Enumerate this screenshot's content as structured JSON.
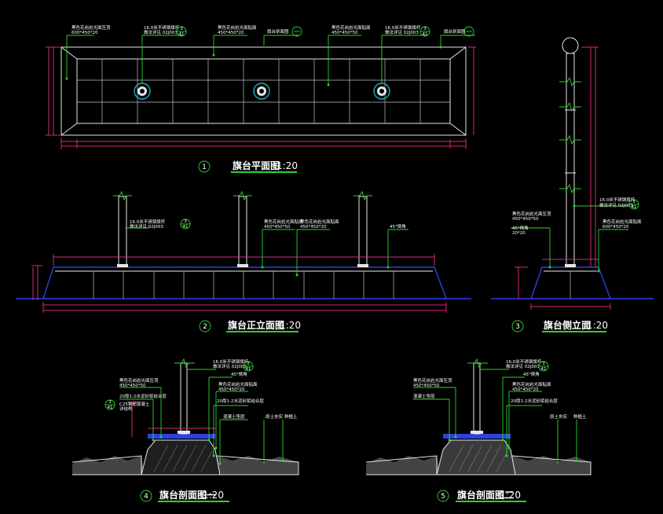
{
  "views": {
    "plan": {
      "number": "1",
      "title": "旗台平面图",
      "scale": "1:20"
    },
    "front": {
      "number": "2",
      "title": "旗台正立面图",
      "scale": "1:20"
    },
    "side": {
      "number": "3",
      "title": "旗台侧立面",
      "scale": "1:20"
    },
    "sec1": {
      "number": "4",
      "title": "旗台剖面图一",
      "scale": "1:20"
    },
    "sec2": {
      "number": "5",
      "title": "旗台剖面图二",
      "scale": "1:20"
    }
  },
  "notes": {
    "plan_a1": "黑色花岗岩光面压顶",
    "plan_a2": "600*450*20",
    "plan_b1": "16.0米不锈钢旗杆",
    "plan_b2": "做法详见 02J003",
    "plan_c1": "黑色花岗岩光面贴面",
    "plan_c2": "450*450*20",
    "plan_d1": "旗台剖面图",
    "plan_e1": "黑色花岗岩光面贴面",
    "plan_e2": "450*450*50",
    "plan_f1": "16.0米不锈钢旗杆",
    "plan_f2": "做法详见 02J003",
    "plan_g1": "旗台剖面图",
    "front_a1": "16.0米不锈钢旗杆",
    "front_a2": "做法详见 02J003",
    "front_b1": "黑色花岗岩光面贴面",
    "front_b2": "450*450*50",
    "front_c1": "黑色花岗岩光面贴面",
    "front_c2": "450*450*20",
    "front_d1": "45°倒角",
    "side_a1": "16.0米不锈钢旗杆",
    "side_a2": "做法详见 02J003",
    "side_b1": "黑色花岗岩光面压顶",
    "side_b2": "450*450*50",
    "side_b3": "45°倒角",
    "side_b4": "20*20",
    "side_c1": "黑色花岗岩光面贴面",
    "side_c2": "600*450*20",
    "sec_a1": "16.0米不锈钢旗杆",
    "sec_a2": "做法详见 02J003",
    "sec_b1": "黑色花岗岩光面压顶",
    "sec_b2": "450*450*50",
    "sec_c1": "45°倒角",
    "sec_d1": "黑色花岗岩光面贴面",
    "sec_d2": "450*450*20",
    "sec_e1": "20厚1:2水泥砂浆结合层",
    "sec_f1": "C25钢筋混凝土",
    "sec_f2": "详结构",
    "sec_g1": "20厚1:2水泥砂浆结合层",
    "sec_h1": "混凝土垫层",
    "sec_i1": "原土夯实",
    "sec_j1": "种植土",
    "sec2_f1": "混凝土垫层"
  },
  "tags": {
    "t1": "3",
    "t2": "41"
  }
}
